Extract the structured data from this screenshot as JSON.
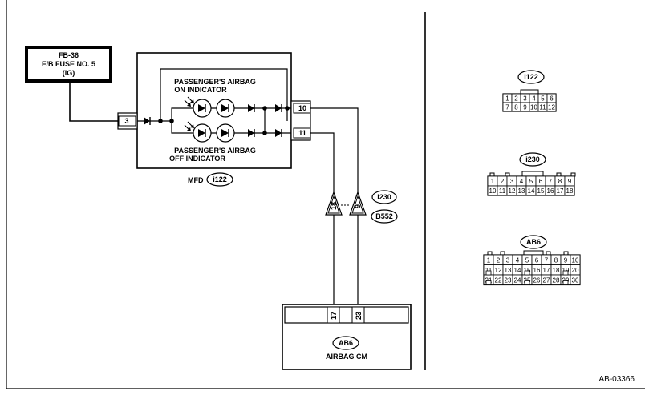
{
  "fuse": {
    "line1": "FB-36",
    "line2": "F/B FUSE NO. 5",
    "line3": "(IG)"
  },
  "mfd": {
    "label": "MFD",
    "connector": "i122",
    "on_line1": "PASSENGER'S AIRBAG",
    "on_line2": "ON INDICATOR",
    "off_line1": "PASSENGER'S AIRBAG",
    "off_line2": "OFF INDICATOR",
    "pin_in": "3",
    "pin_out_top": "10",
    "pin_out_bottom": "11"
  },
  "junction": {
    "conn_a": "i230",
    "conn_b": "B552",
    "pin_left": "18",
    "pin_right": "9"
  },
  "airbag_cm": {
    "label": "AIRBAG CM",
    "connector": "AB6",
    "pin_left": "17",
    "pin_right": "23"
  },
  "views": {
    "i122": {
      "title": "i122",
      "rows": [
        [
          "1",
          "2",
          "3",
          "4",
          "5",
          "6"
        ],
        [
          "7",
          "8",
          "9",
          "10",
          "11",
          "12"
        ]
      ]
    },
    "i230": {
      "title": "i230",
      "rows": [
        [
          "1",
          "2",
          "3",
          "4",
          "5",
          "6",
          "7",
          "8",
          "9"
        ],
        [
          "10",
          "11",
          "12",
          "13",
          "14",
          "15",
          "16",
          "17",
          "18"
        ]
      ]
    },
    "ab6": {
      "title": "AB6",
      "rows": [
        [
          "1",
          "2",
          "3",
          "4",
          "5",
          "6",
          "7",
          "8",
          "9",
          "10"
        ],
        [
          "11",
          "12",
          "13",
          "14",
          "15",
          "16",
          "17",
          "18",
          "19",
          "20"
        ],
        [
          "21",
          "22",
          "23",
          "24",
          "25",
          "26",
          "27",
          "28",
          "29",
          "30"
        ]
      ]
    }
  },
  "footer": {
    "code": "AB-03366"
  }
}
